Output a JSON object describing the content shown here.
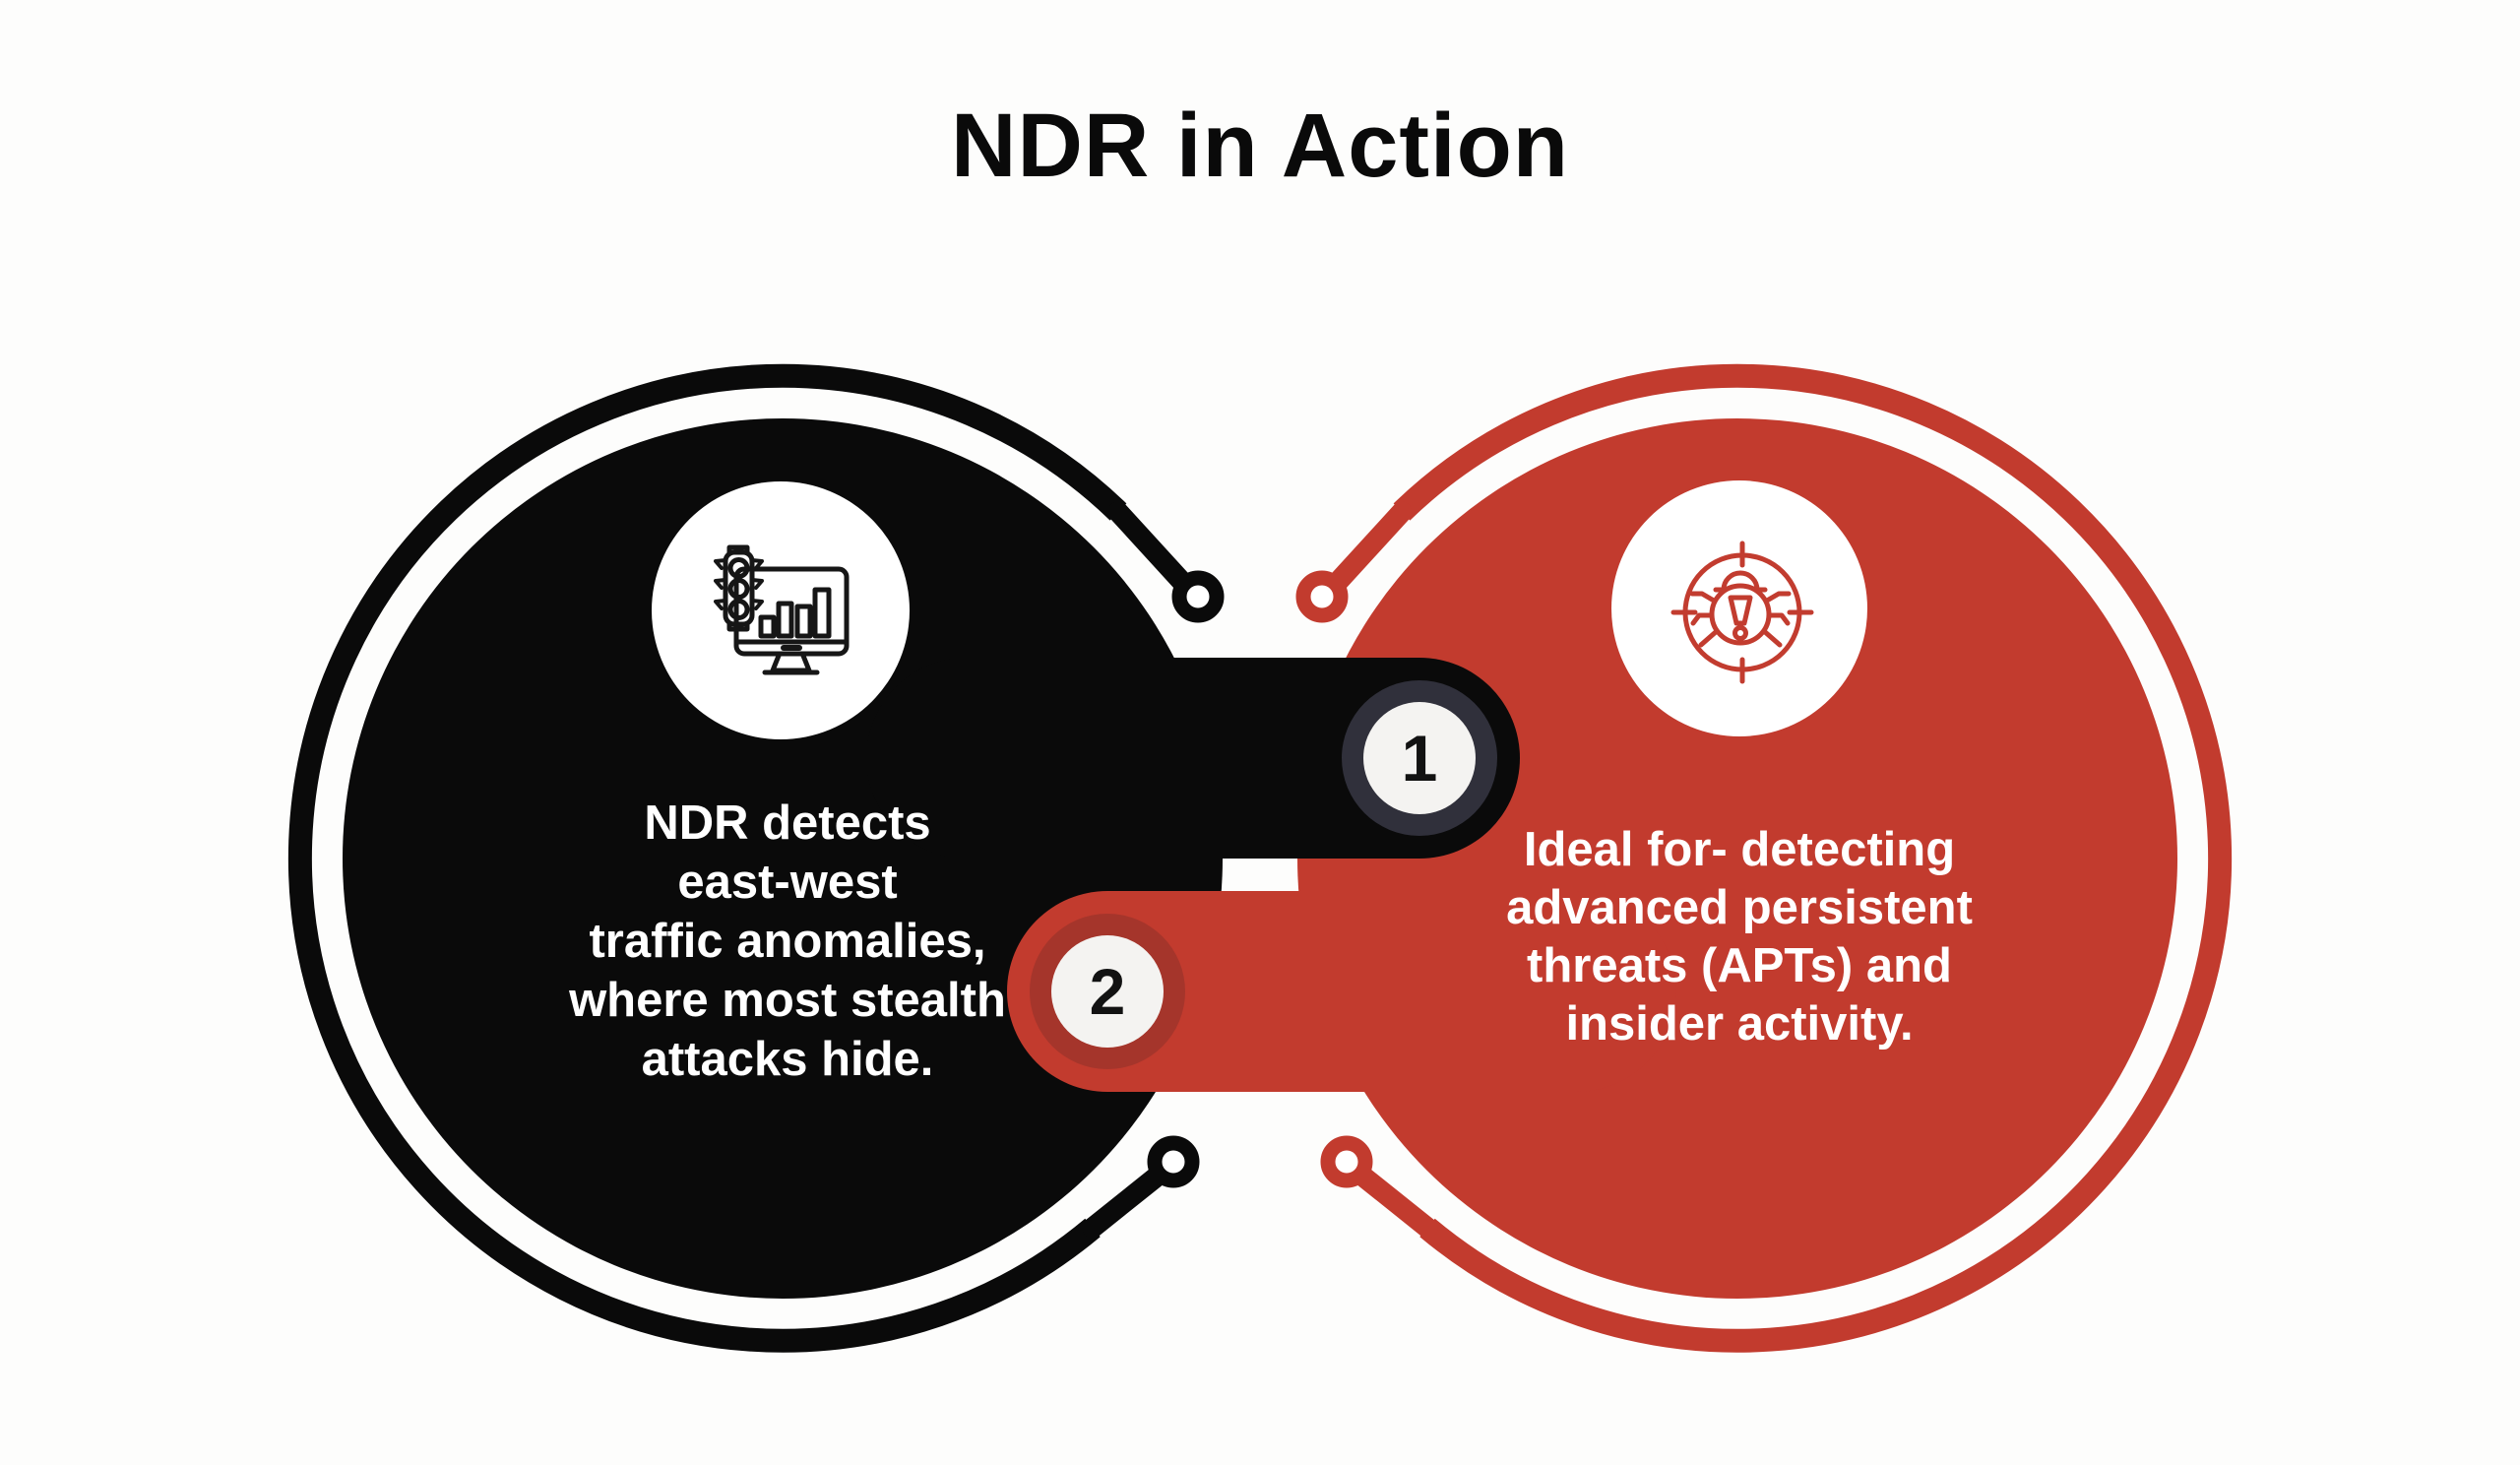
{
  "title": "NDR in Action",
  "colors": {
    "bg": "#fdfdfc",
    "ink": "#0a0a0a",
    "red": "#c23b2e",
    "badge1_ring": "#30303b",
    "badge2_ring": "#a5352b",
    "badge_fill": "#f4f3f1",
    "text_light": "#ffffff",
    "icon_ink": "#161616",
    "icon_red": "#c23c2f"
  },
  "steps": [
    {
      "number": "1",
      "icon": "traffic-light-monitor-icon",
      "lines": [
        "NDR detects",
        "east-west",
        "traffic anomalies,",
        "where most stealth",
        "attacks hide."
      ]
    },
    {
      "number": "2",
      "icon": "bug-crosshair-icon",
      "lines": [
        "Ideal for- detecting",
        "advanced persistent",
        "threats (APTs) and",
        "insider activity."
      ]
    }
  ]
}
